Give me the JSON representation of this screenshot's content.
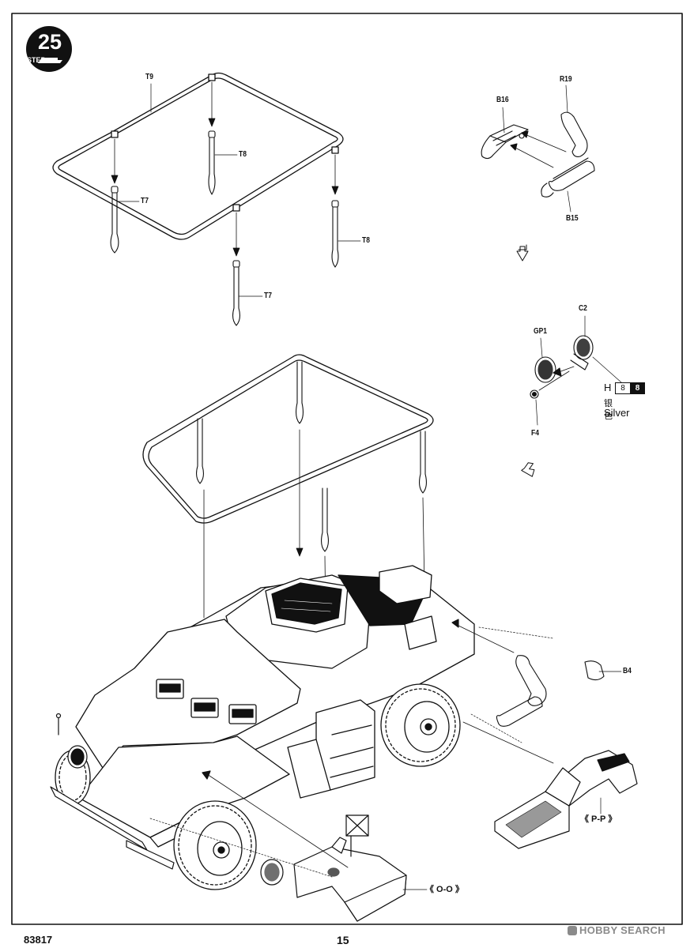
{
  "page": {
    "catalog_number": "83817",
    "page_number": "15",
    "step": {
      "number": "25",
      "word": "STEP"
    }
  },
  "parts": {
    "t9": "T9",
    "t8_upper": "T8",
    "t7_upper": "T7",
    "t8_right": "T8",
    "t7_lower": "T7",
    "b16": "B16",
    "r19": "R19",
    "b15": "B15",
    "c2": "C2",
    "gp1": "GP1",
    "f4": "F4",
    "b4": "B4"
  },
  "details": {
    "pp": "《 P-P 》",
    "oo": "《 O-O 》"
  },
  "paint": {
    "prefix": "H",
    "code_outline": "8",
    "code_filled": "8",
    "name_cn": "银色",
    "name_en": "Silver"
  },
  "watermark": {
    "text": "HOBBY SEARCH",
    "colors": {
      "text": "#8a8a8a"
    }
  }
}
